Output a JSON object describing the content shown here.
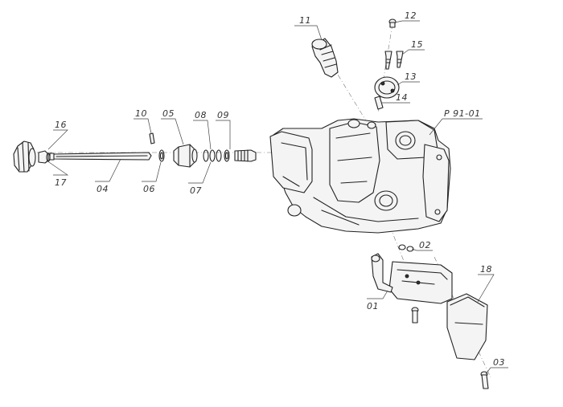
{
  "callouts": [
    {
      "id": "11",
      "label": "11"
    },
    {
      "id": "12",
      "label": "12"
    },
    {
      "id": "15",
      "label": "15"
    },
    {
      "id": "13",
      "label": "13"
    },
    {
      "id": "14",
      "label": "14"
    },
    {
      "id": "p9101",
      "label": "P 91-01"
    },
    {
      "id": "10",
      "label": "10"
    },
    {
      "id": "05",
      "label": "05"
    },
    {
      "id": "08",
      "label": "08"
    },
    {
      "id": "09",
      "label": "09"
    },
    {
      "id": "16",
      "label": "16"
    },
    {
      "id": "17",
      "label": "17"
    },
    {
      "id": "04",
      "label": "04"
    },
    {
      "id": "06",
      "label": "06"
    },
    {
      "id": "07",
      "label": "07"
    },
    {
      "id": "02",
      "label": "02"
    },
    {
      "id": "01",
      "label": "01"
    },
    {
      "id": "18",
      "label": "18"
    },
    {
      "id": "03",
      "label": "03"
    }
  ]
}
